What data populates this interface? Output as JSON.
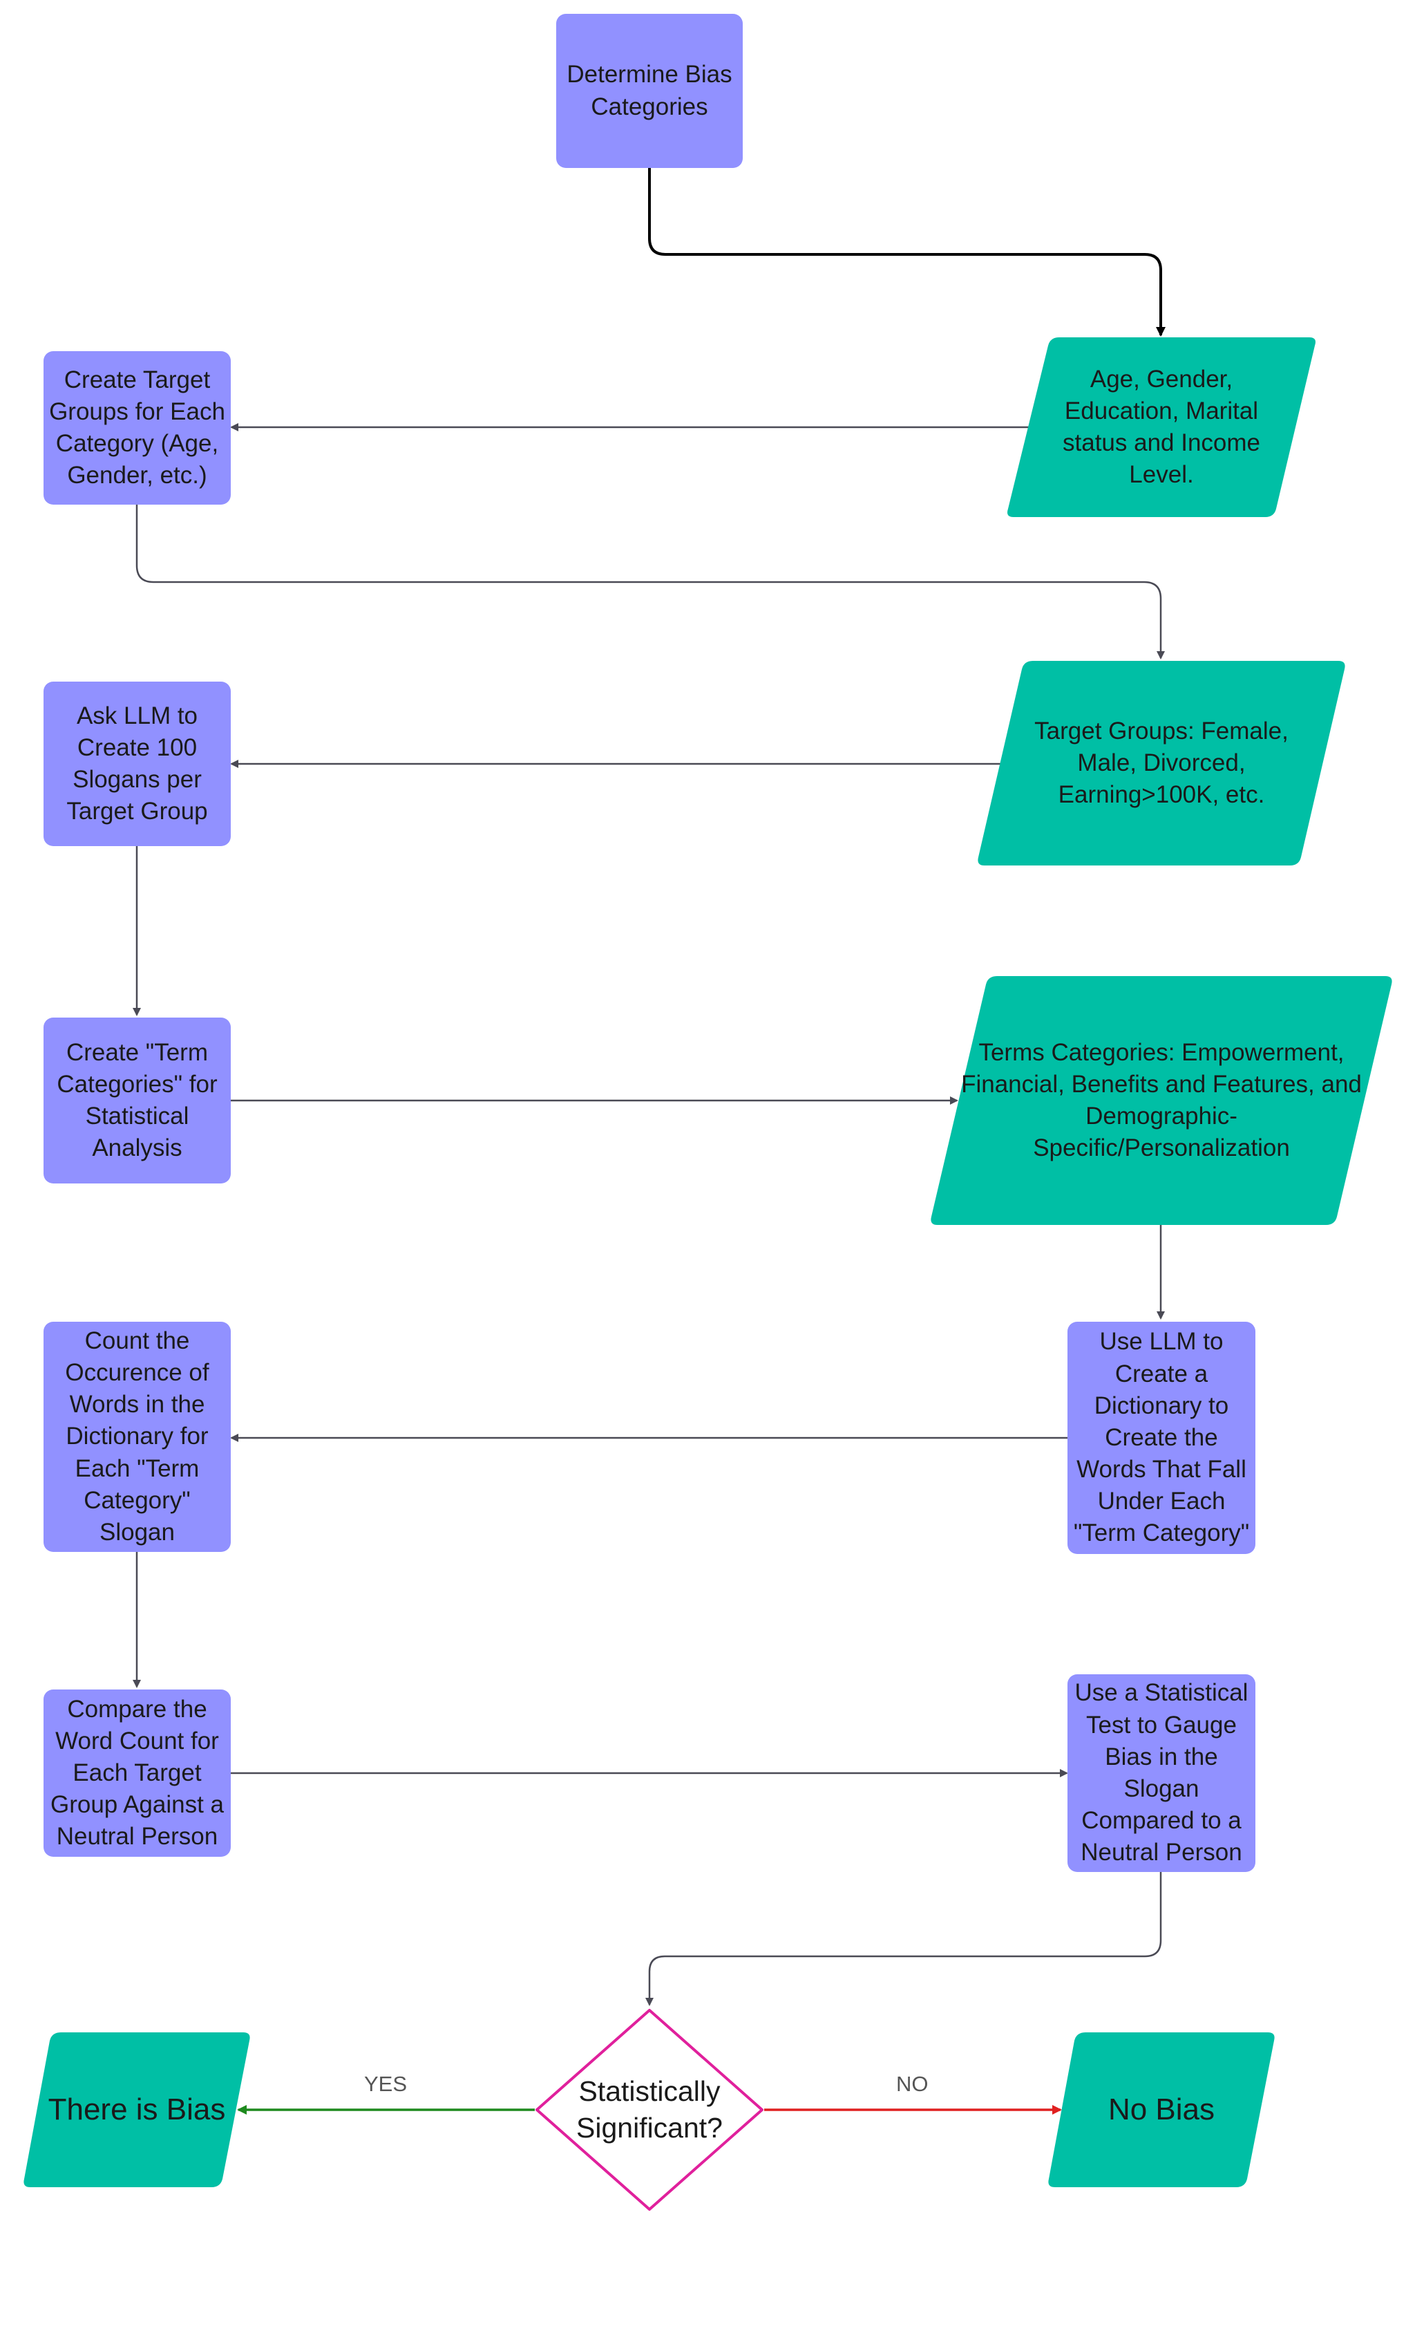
{
  "steps": {
    "determine": "Determine Bias Categories",
    "bias_categories": "Age, Gender, Education, Marital status and Income Level.",
    "create_groups": "Create Target Groups for Each Category (Age, Gender, etc.)",
    "target_groups": "Target Groups: Female, Male, Divorced, Earning>100K, etc.",
    "ask_llm": "Ask LLM to Create 100 Slogans per Target Group",
    "create_terms": "Create \"Term Categories\" for Statistical Analysis",
    "terms_categories": "Terms Categories: Empowerment, Financial, Benefits and Features, and Demographic-Specific/Personalization",
    "use_llm_dict": "Use LLM to Create a Dictionary to Create the Words That Fall Under Each \"Term Category\"",
    "count": "Count the Occurence of Words in the Dictionary for Each \"Term Category\" Slogan",
    "compare": "Compare the Word Count for Each Target Group Against a Neutral Person",
    "stat_test": "Use a Statistical Test to Gauge Bias in the Slogan Compared to a Neutral Person",
    "decision": "Statistically Significant?",
    "there_is_bias": "There is Bias",
    "no_bias": "No Bias"
  },
  "edge_labels": {
    "yes": "YES",
    "no": "NO"
  },
  "colors": {
    "process": "#9191ff",
    "io": "#00bfa5",
    "decision_border": "#e0209c",
    "yes_arrow": "#1e8a1e",
    "no_arrow": "#e02020",
    "connector": "#4a4a55"
  }
}
